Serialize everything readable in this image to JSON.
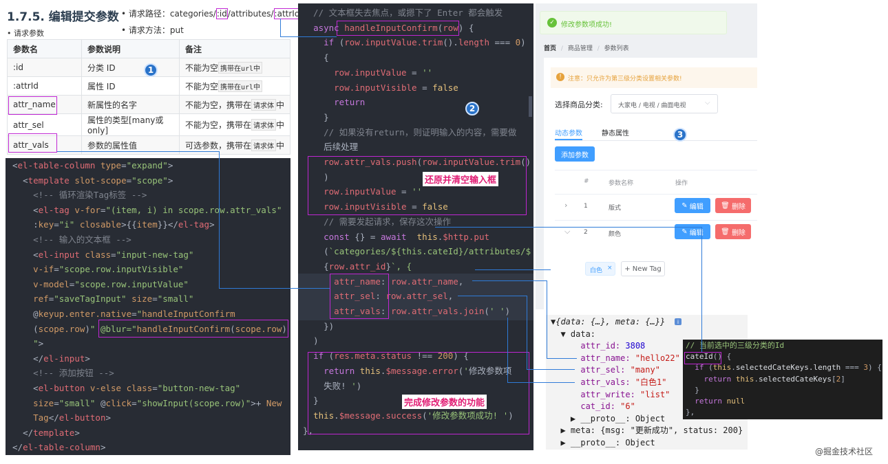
{
  "doc": {
    "heading": "1.7.5. 编辑提交参数",
    "bullet_request_path_label": "请求路径：categories/",
    "path_id": ":id",
    "path_mid": "/attributes/",
    "path_attrid": ":attrId",
    "bullet_method": "请求方法：put",
    "bullet_params": "请求参数",
    "table_headers": [
      "参数名",
      "参数说明",
      "备注"
    ],
    "rows": [
      {
        "name": ":id",
        "desc": "分类 ID",
        "note": "不能为空",
        "tag": "携带在url中"
      },
      {
        "name": ":attrId",
        "desc": "属性 ID",
        "note": "不能为空",
        "tag": "携带在url中"
      },
      {
        "name": "attr_name",
        "desc": "新属性的名字",
        "note": "不能为空，携带在",
        "tag": "请求体",
        "tail": "中"
      },
      {
        "name": "attr_sel",
        "desc": "属性的类型[many或only]",
        "note": "不能为空，携带在",
        "tag": "请求体",
        "tail": "中"
      },
      {
        "name": "attr_vals",
        "desc": "参数的属性值",
        "note": "可选参数，携带在",
        "tag": "请求体",
        "tail": "中"
      }
    ]
  },
  "badges": [
    "1",
    "2",
    "3"
  ],
  "left_code": [
    "<el-table-column type=\"expand\">",
    "  <template slot-scope=\"scope\">",
    "    <!-- 循环渲染Tag标签 -->",
    "    <el-tag v-for=\"(item, i) in scope.row.attr_vals\"",
    "    :key=\"i\" closable>{{item}}</el-tag>",
    "    <!-- 输入的文本框 -->",
    "    <el-input class=\"input-new-tag\"",
    "    v-if=\"scope.row.inputVisible\"",
    "    v-model=\"scope.row.inputValue\"",
    "    ref=\"saveTagInput\" size=\"small\"",
    "    @keyup.enter.native=\"handleInputConfirm",
    "    (scope.row)\" @blur=\"handleInputConfirm(scope.row)",
    "    \">",
    "    </el-input>",
    "    <!-- 添加按钮 -->",
    "    <el-button v-else class=\"button-new-tag\"",
    "    size=\"small\" @click=\"showInput(scope.row)\">+ New",
    "    Tag</el-button>",
    "  </template>",
    "</el-table-column>"
  ],
  "mid_code": [
    "  // 文本框失去焦点，或摁下了 Enter 都会触发",
    "  async handleInputConfirm(row) {",
    "    if (row.inputValue.trim().length === 0)",
    "    {",
    "      row.inputValue = ''",
    "      row.inputVisible = false",
    "      return",
    "    }",
    "    // 如果没有return，则证明输入的内容，需要做",
    "    后续处理",
    "    row.attr_vals.push(row.inputValue.trim()",
    "    )",
    "    row.inputValue = ''",
    "    row.inputVisible = false",
    "    // 需要发起请求，保存这次操作",
    "    const {} = await  this.$http.put",
    "    (`categories/${this.cateId}/attributes/$",
    "    {row.attr_id}`, {",
    "      attr_name: row.attr_name,",
    "      attr_sel: row.attr_sel,",
    "      attr_vals: row.attr_vals.join(' ')",
    "    })",
    "  )",
    "  if (res.meta.status !== 200) {",
    "    return this.$message.error('修改参数项",
    "    失败! ')",
    "  }",
    "  this.$message.success('修改参数项成功! ')",
    "},"
  ],
  "annotations": {
    "reset_input": "还原并清空输入框",
    "finish_edit": "完成修改参数的功能"
  },
  "ui": {
    "toast": "修改参数项成功!",
    "breadcrumb": [
      "首页",
      "商品管理",
      "参数列表"
    ],
    "warning": "注意：只允许为第三级分类设置相关参数!",
    "select_label": "选择商品分类:",
    "select_value": "大家电 / 电视 / 曲面电视",
    "tabs": [
      "动态参数",
      "静态属性"
    ],
    "add_button": "添加参数",
    "table_headers": [
      "#",
      "参数名称",
      "操作"
    ],
    "rows": [
      {
        "index": "1",
        "name": "版式"
      },
      {
        "index": "2",
        "name": "颜色"
      }
    ],
    "edit_label": "编辑",
    "delete_label": "删除",
    "tag_value": "白色",
    "new_tag": "+ New Tag"
  },
  "console": [
    "▼{data: {…}, meta: {…}}",
    "  ▼ data:",
    "      attr_id: 3808",
    "      attr_name: \"hello22\"",
    "      attr_sel: \"many\"",
    "      attr_vals: \"白色1\"",
    "      attr_write: \"list\"",
    "      cat_id: \"6\"",
    "    ▶ __proto__: Object",
    "  ▶ meta: {msg: \"更新成功\", status: 200}",
    "  ▶ __proto__: Object"
  ],
  "right_code": [
    "// 当前选中的三级分类的Id",
    "cateId() {",
    "  if (this.selectedCateKeys.length === 3) {",
    "    return this.selectedCateKeys[2]",
    "  }",
    "  return null",
    "},"
  ],
  "watermark": "@掘金技术社区"
}
